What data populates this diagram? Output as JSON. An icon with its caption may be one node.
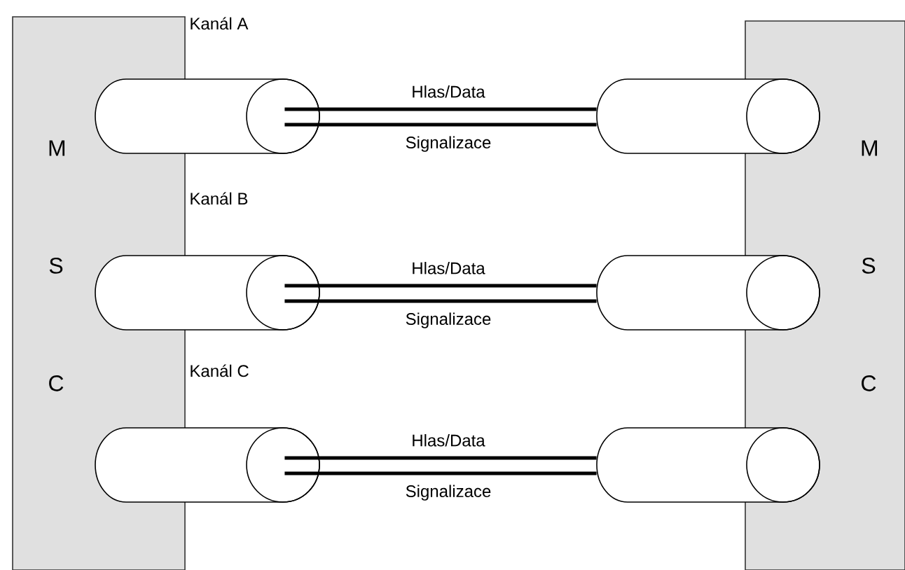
{
  "diagram": {
    "nodes": [
      {
        "text": [
          "M S C"
        ]
      },
      {
        "text": [],
        "shape": "cylinder"
      },
      {
        "text": [],
        "shape": "cylinder"
      },
      {
        "text": [],
        "shape": "cylinder"
      },
      {
        "text": [
          "M S C"
        ]
      },
      {
        "text": [],
        "shape": "cylinder"
      },
      {
        "text": [],
        "shape": "cylinder"
      },
      {
        "text": [],
        "shape": "cylinder"
      }
    ],
    "edges": [
      {
        "from": 1,
        "to": 5,
        "arrow": "none",
        "label": "Hlas/Data"
      },
      {
        "from": 1,
        "to": 5,
        "arrow": "none",
        "label": "Signalizace"
      },
      {
        "from": 2,
        "to": 6,
        "arrow": "none",
        "label": "Hlas/Data"
      },
      {
        "from": 2,
        "to": 6,
        "arrow": "none",
        "label": "Signalizace"
      },
      {
        "from": 3,
        "to": 7,
        "arrow": "none",
        "label": "Hlas/Data"
      },
      {
        "from": 3,
        "to": 7,
        "arrow": "none",
        "label": "Signalizace"
      }
    ],
    "labels": [
      "Kanál A",
      "Kanál B",
      "Kanál C"
    ]
  }
}
